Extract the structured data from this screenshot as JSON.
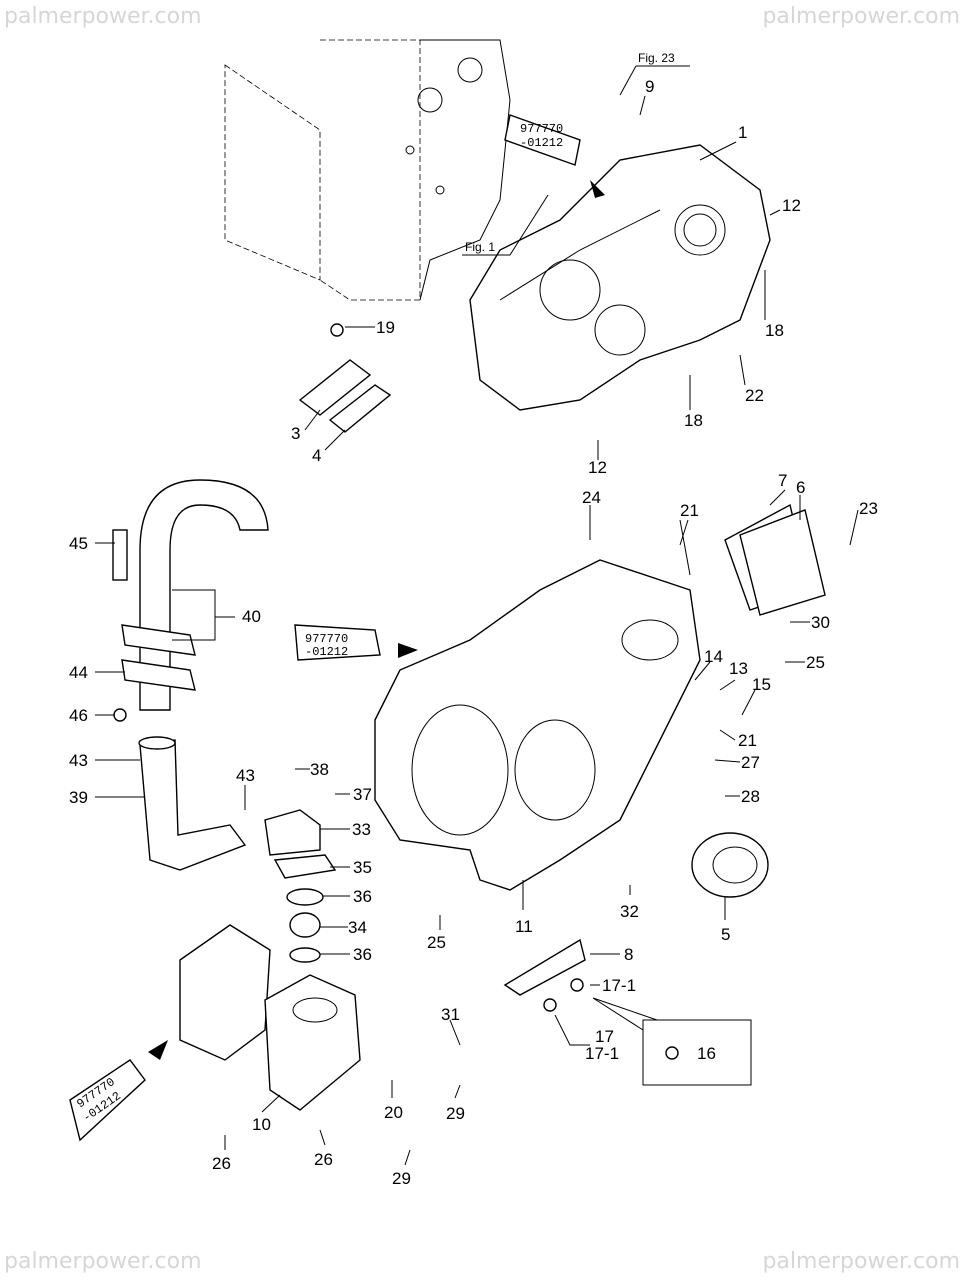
{
  "watermark": "palmerpower.com",
  "figure_refs": {
    "fig23": "Fig. 23",
    "fig1": "Fig. 1"
  },
  "sealant": {
    "line1": "977770",
    "line2": "-01212"
  },
  "callouts": {
    "top": [
      "9",
      "1",
      "12",
      "18",
      "19",
      "22",
      "18",
      "3",
      "4",
      "12"
    ],
    "middle": [
      "24",
      "21",
      "7",
      "6",
      "23",
      "45",
      "40",
      "30",
      "25",
      "14",
      "13",
      "15",
      "44",
      "46",
      "21",
      "43",
      "38",
      "43",
      "27",
      "39",
      "37",
      "28",
      "33",
      "35",
      "36",
      "32",
      "34",
      "25",
      "11",
      "5",
      "36",
      "8",
      "17-1"
    ],
    "bottom": [
      "31",
      "17",
      "17-1",
      "16",
      "20",
      "29",
      "10",
      "26",
      "26",
      "29"
    ]
  }
}
